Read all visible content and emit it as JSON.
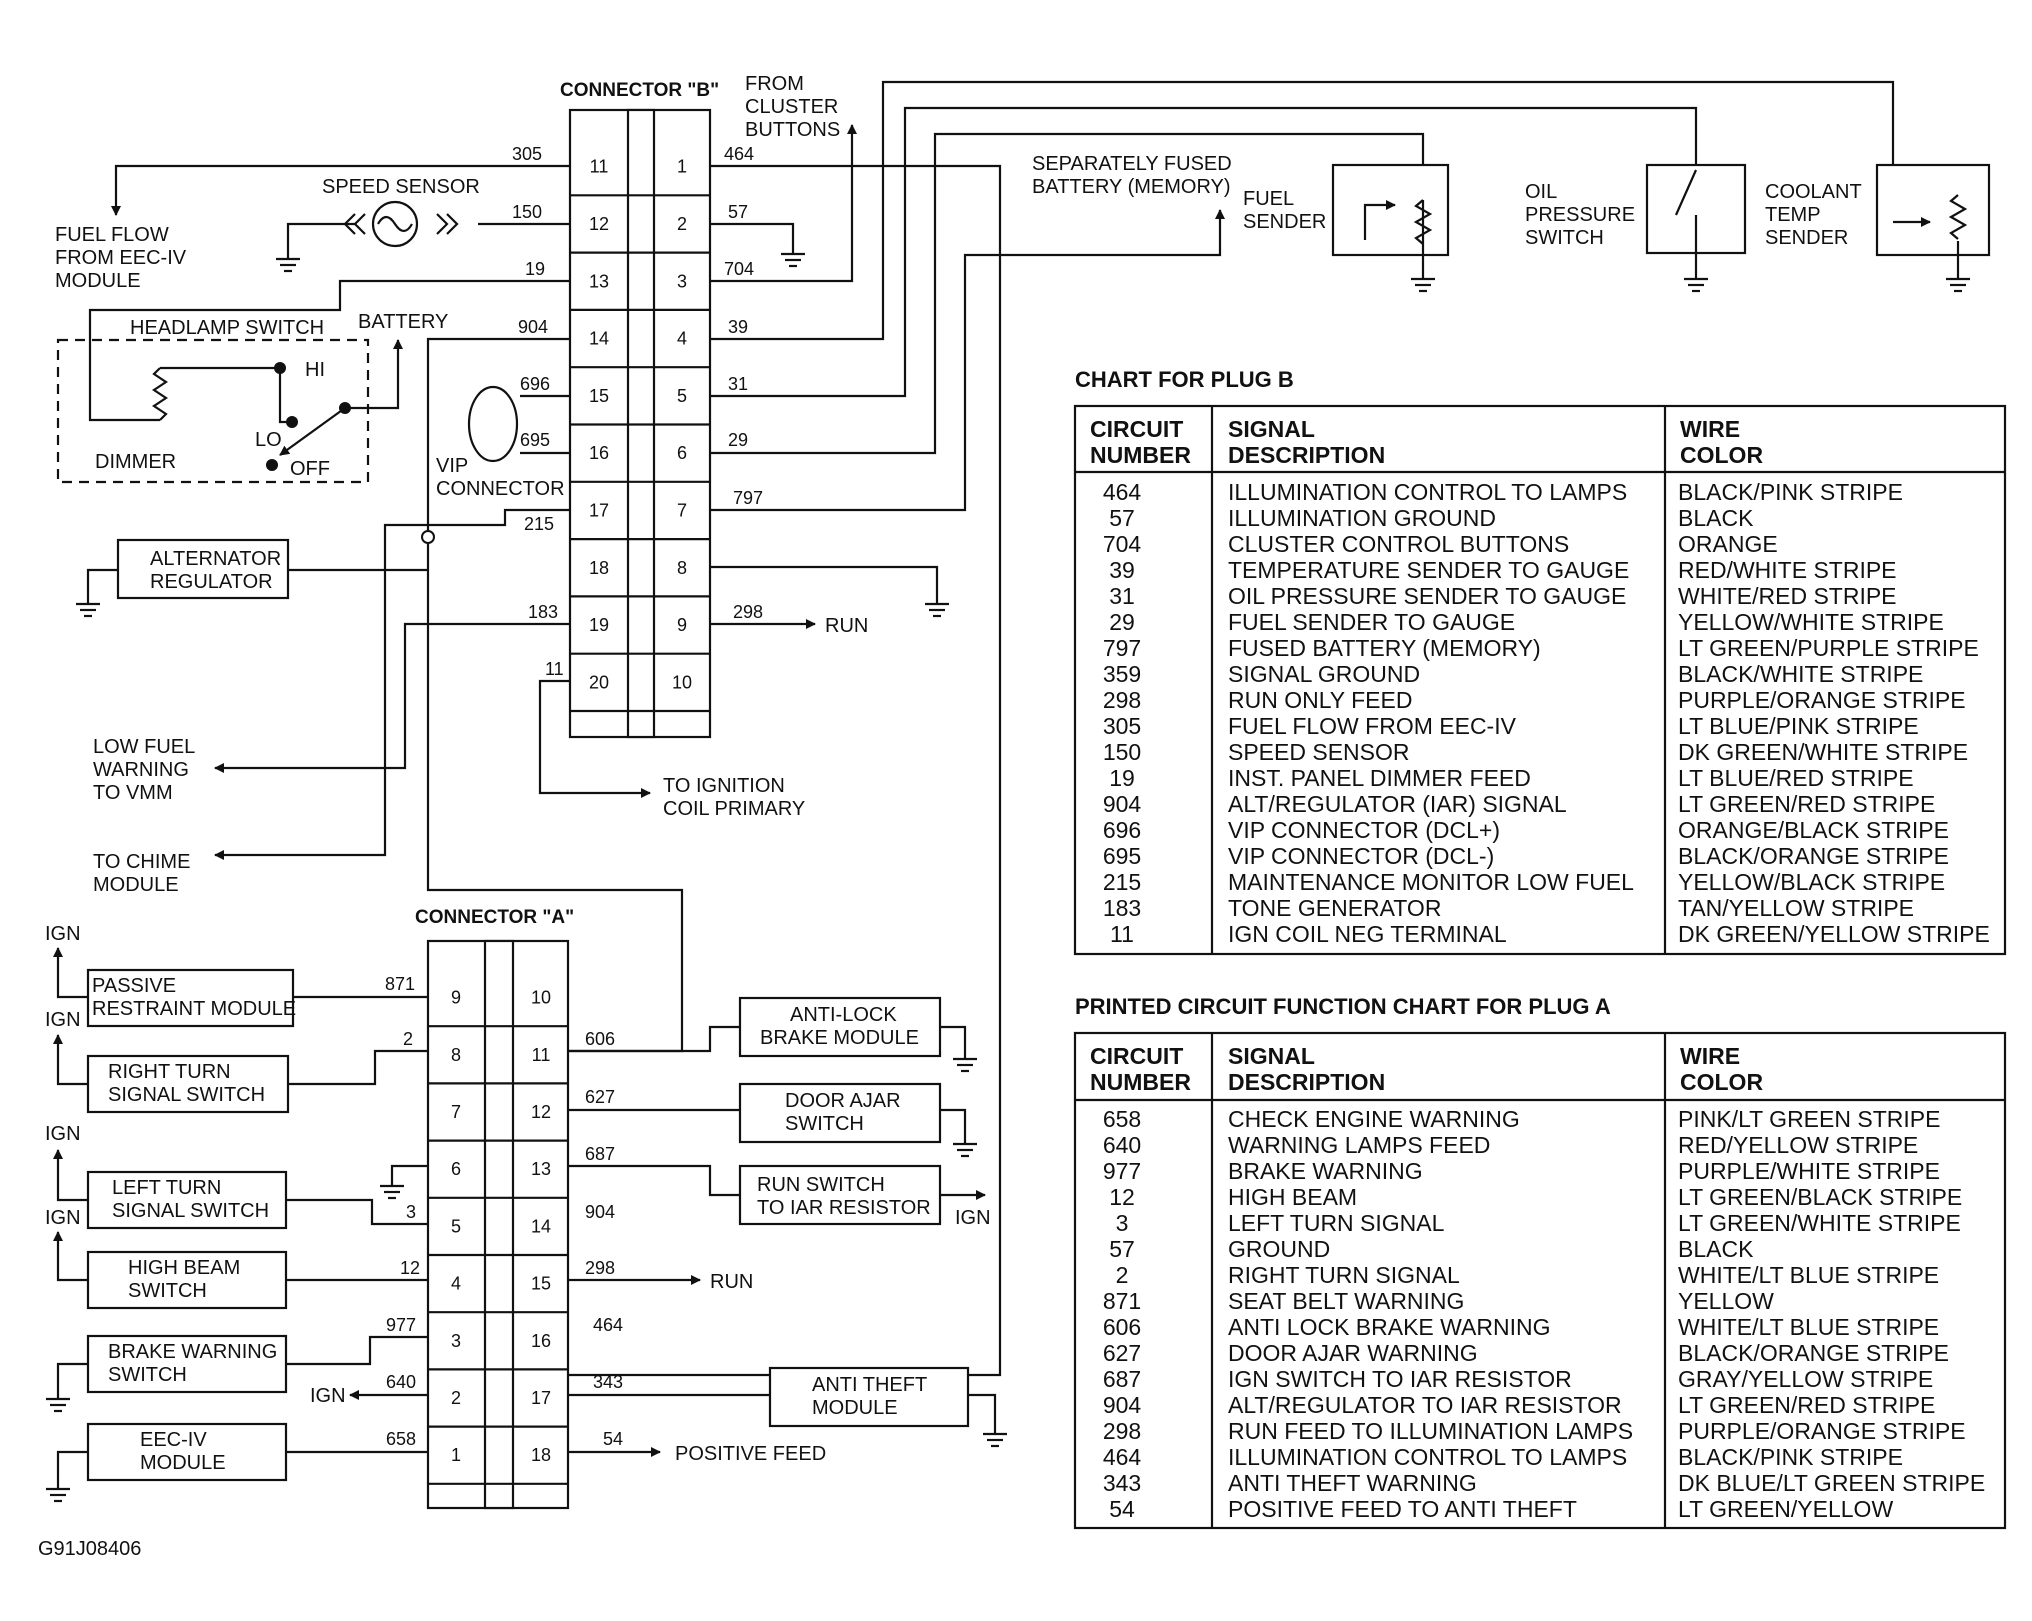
{
  "diagram_code": "G91J08406",
  "connector_b": {
    "title": "CONNECTOR \"B\"",
    "left_pins": [
      "11",
      "12",
      "13",
      "14",
      "15",
      "16",
      "17",
      "18",
      "19",
      "20"
    ],
    "right_pins": [
      "1",
      "2",
      "3",
      "4",
      "5",
      "6",
      "7",
      "8",
      "9",
      "10"
    ],
    "left_wires": [
      "305",
      "150",
      "19",
      "904",
      "696",
      "695",
      "215",
      "183",
      "11"
    ],
    "right_wires": [
      "464",
      "57",
      "704",
      "39",
      "31",
      "29",
      "797",
      "298"
    ]
  },
  "connector_a": {
    "title": "CONNECTOR \"A\"",
    "left_pins": [
      "9",
      "8",
      "7",
      "6",
      "5",
      "4",
      "3",
      "2",
      "1"
    ],
    "right_pins": [
      "10",
      "11",
      "12",
      "13",
      "14",
      "15",
      "16",
      "17",
      "18"
    ],
    "left_wires": [
      "871",
      "2",
      "3",
      "12",
      "977",
      "640",
      "658"
    ],
    "right_wires": [
      "606",
      "627",
      "687",
      "904",
      "298",
      "464",
      "343",
      "54"
    ]
  },
  "labels": {
    "from_cluster": [
      "FROM",
      "CLUSTER",
      "BUTTONS"
    ],
    "sep_fused": [
      "SEPARATELY FUSED",
      "BATTERY (MEMORY)"
    ],
    "fuel_sender": [
      "FUEL",
      "SENDER"
    ],
    "oil_switch": [
      "OIL",
      "PRESSURE",
      "SWITCH"
    ],
    "coolant": [
      "COOLANT",
      "TEMP",
      "SENDER"
    ],
    "speed_sensor": "SPEED SENSOR",
    "fuel_flow": [
      "FUEL FLOW",
      "FROM EEC-IV",
      "MODULE"
    ],
    "headlamp_switch": "HEADLAMP SWITCH",
    "battery": "BATTERY",
    "hi": "HI",
    "lo": "LO",
    "off": "OFF",
    "dimmer": "DIMMER",
    "vip": [
      "VIP",
      "CONNECTOR"
    ],
    "alternator": [
      "ALTERNATOR",
      "REGULATOR"
    ],
    "run": "RUN",
    "to_ignition": [
      "TO IGNITION",
      "COIL PRIMARY"
    ],
    "low_fuel": [
      "LOW FUEL",
      "WARNING",
      "TO VMM"
    ],
    "to_chime": [
      "TO CHIME",
      "MODULE"
    ],
    "ign": "IGN",
    "passive_restraint": [
      "PASSIVE",
      "RESTRAINT MODULE"
    ],
    "right_turn": [
      "RIGHT TURN",
      "SIGNAL SWITCH"
    ],
    "left_turn": [
      "LEFT TURN",
      "SIGNAL SWITCH"
    ],
    "high_beam": [
      "HIGH BEAM",
      "SWITCH"
    ],
    "brake_warning": [
      "BRAKE WARNING",
      "SWITCH"
    ],
    "eec_iv": [
      "EEC-IV",
      "MODULE"
    ],
    "anti_lock": [
      "ANTI-LOCK",
      "BRAKE MODULE"
    ],
    "door_ajar": [
      "DOOR AJAR",
      "SWITCH"
    ],
    "run_switch": [
      "RUN SWITCH",
      "TO IAR RESISTOR"
    ],
    "anti_theft": [
      "ANTI THEFT",
      "MODULE"
    ],
    "positive_feed": "POSITIVE FEED"
  },
  "chart_b": {
    "title": "CHART FOR PLUG B",
    "headers": [
      [
        "CIRCUIT",
        "NUMBER"
      ],
      [
        "SIGNAL",
        "DESCRIPTION"
      ],
      [
        "WIRE",
        "COLOR"
      ]
    ],
    "rows": [
      [
        "464",
        "ILLUMINATION CONTROL TO LAMPS",
        "BLACK/PINK STRIPE"
      ],
      [
        "57",
        "ILLUMINATION GROUND",
        "BLACK"
      ],
      [
        "704",
        "CLUSTER CONTROL BUTTONS",
        "ORANGE"
      ],
      [
        "39",
        "TEMPERATURE SENDER TO GAUGE",
        "RED/WHITE STRIPE"
      ],
      [
        "31",
        "OIL PRESSURE SENDER TO GAUGE",
        "WHITE/RED STRIPE"
      ],
      [
        "29",
        "FUEL SENDER TO GAUGE",
        "YELLOW/WHITE STRIPE"
      ],
      [
        "797",
        "FUSED BATTERY (MEMORY)",
        "LT GREEN/PURPLE STRIPE"
      ],
      [
        "359",
        "SIGNAL GROUND",
        "BLACK/WHITE STRIPE"
      ],
      [
        "298",
        "RUN ONLY FEED",
        "PURPLE/ORANGE STRIPE"
      ],
      [
        "305",
        "FUEL FLOW FROM EEC-IV",
        "LT BLUE/PINK STRIPE"
      ],
      [
        "150",
        "SPEED SENSOR",
        "DK GREEN/WHITE STRIPE"
      ],
      [
        "19",
        "INST. PANEL DIMMER FEED",
        "LT BLUE/RED STRIPE"
      ],
      [
        "904",
        "ALT/REGULATOR (IAR) SIGNAL",
        "LT GREEN/RED STRIPE"
      ],
      [
        "696",
        "VIP CONNECTOR (DCL+)",
        "ORANGE/BLACK STRIPE"
      ],
      [
        "695",
        "VIP CONNECTOR (DCL-)",
        "BLACK/ORANGE STRIPE"
      ],
      [
        "215",
        "MAINTENANCE MONITOR LOW FUEL",
        "YELLOW/BLACK STRIPE"
      ],
      [
        "183",
        "TONE GENERATOR",
        "TAN/YELLOW STRIPE"
      ],
      [
        "11",
        "IGN COIL NEG TERMINAL",
        "DK GREEN/YELLOW STRIPE"
      ]
    ]
  },
  "chart_a": {
    "title": "PRINTED CIRCUIT FUNCTION CHART FOR PLUG A",
    "headers": [
      [
        "CIRCUIT",
        "NUMBER"
      ],
      [
        "SIGNAL",
        "DESCRIPTION"
      ],
      [
        "WIRE",
        "COLOR"
      ]
    ],
    "rows": [
      [
        "658",
        "CHECK ENGINE WARNING",
        "PINK/LT GREEN STRIPE"
      ],
      [
        "640",
        "WARNING LAMPS FEED",
        "RED/YELLOW STRIPE"
      ],
      [
        "977",
        "BRAKE WARNING",
        "PURPLE/WHITE STRIPE"
      ],
      [
        "12",
        "HIGH BEAM",
        "LT GREEN/BLACK STRIPE"
      ],
      [
        "3",
        "LEFT TURN SIGNAL",
        "LT GREEN/WHITE STRIPE"
      ],
      [
        "57",
        "GROUND",
        "BLACK"
      ],
      [
        "2",
        "RIGHT TURN SIGNAL",
        "WHITE/LT BLUE STRIPE"
      ],
      [
        "871",
        "SEAT BELT WARNING",
        "YELLOW"
      ],
      [
        "606",
        "ANTI LOCK BRAKE WARNING",
        "WHITE/LT BLUE STRIPE"
      ],
      [
        "627",
        "DOOR AJAR WARNING",
        "BLACK/ORANGE STRIPE"
      ],
      [
        "687",
        "IGN SWITCH TO IAR RESISTOR",
        "GRAY/YELLOW STRIPE"
      ],
      [
        "904",
        "ALT/REGULATOR TO IAR RESISTOR",
        "LT GREEN/RED STRIPE"
      ],
      [
        "298",
        "RUN FEED TO ILLUMINATION LAMPS",
        "PURPLE/ORANGE STRIPE"
      ],
      [
        "464",
        "ILLUMINATION CONTROL TO LAMPS",
        "BLACK/PINK STRIPE"
      ],
      [
        "343",
        "ANTI THEFT WARNING",
        "DK BLUE/LT GREEN STRIPE"
      ],
      [
        "54",
        "POSITIVE FEED TO ANTI THEFT",
        "LT GREEN/YELLOW"
      ]
    ]
  }
}
